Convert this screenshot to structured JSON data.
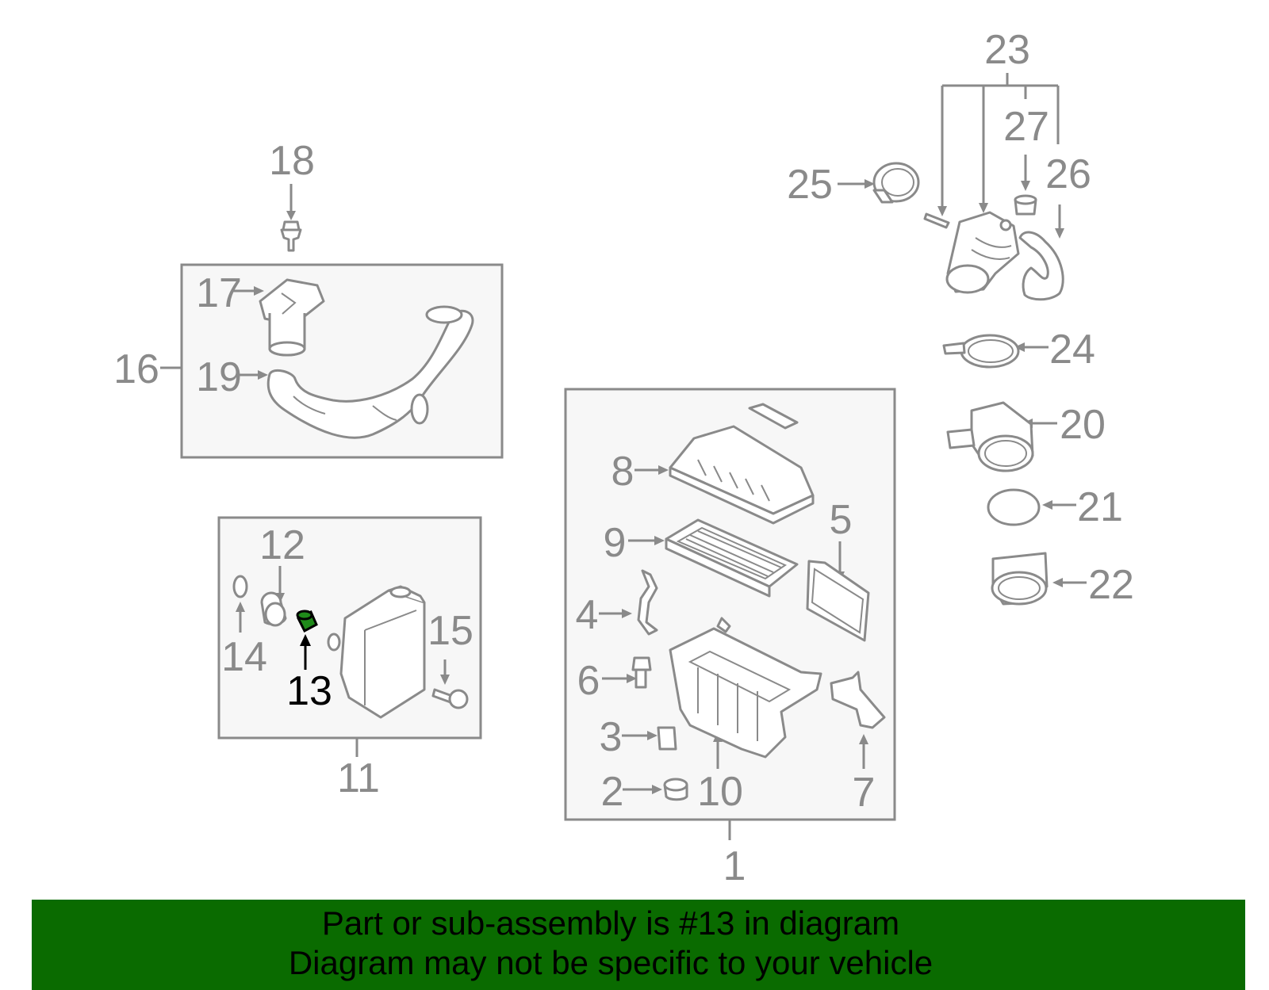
{
  "callouts": {
    "c1": "1",
    "c2": "2",
    "c3": "3",
    "c4": "4",
    "c5": "5",
    "c6": "6",
    "c7": "7",
    "c8": "8",
    "c9": "9",
    "c10": "10",
    "c11": "11",
    "c12": "12",
    "c13": "13",
    "c14": "14",
    "c15": "15",
    "c16": "16",
    "c17": "17",
    "c18": "18",
    "c19": "19",
    "c20": "20",
    "c21": "21",
    "c22": "22",
    "c23": "23",
    "c24": "24",
    "c25": "25",
    "c26": "26",
    "c27": "27"
  },
  "highlighted_part": "13",
  "colors": {
    "line_gray": "#8a8a8a",
    "box_fill": "#f7f7f7",
    "highlight_part": "#1f8a1a",
    "banner_bg": "#0a6b00",
    "banner_text": "#000000"
  },
  "banner": {
    "line1": "Part or sub-assembly is #13 in diagram",
    "line2": "Diagram may not be specific to your vehicle"
  }
}
